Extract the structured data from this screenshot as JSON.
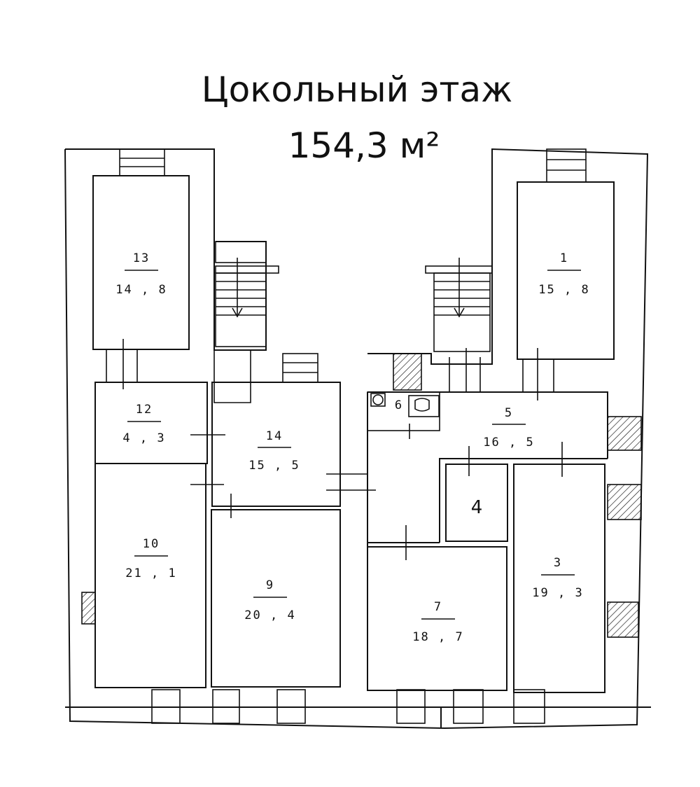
{
  "title": {
    "line1": "Цокольный этаж",
    "line2": "154,3 м²"
  },
  "rooms": [
    {
      "id": "1",
      "area": "15 , 8"
    },
    {
      "id": "3",
      "area": "19 , 3"
    },
    {
      "id": "4",
      "area": ""
    },
    {
      "id": "5",
      "area": "16 , 5"
    },
    {
      "id": "6",
      "area": ""
    },
    {
      "id": "7",
      "area": "18 , 7"
    },
    {
      "id": "9",
      "area": "20 , 4"
    },
    {
      "id": "10",
      "area": "21 , 1"
    },
    {
      "id": "12",
      "area": "4 , 3"
    },
    {
      "id": "13",
      "area": "14 , 8"
    },
    {
      "id": "14",
      "area": "15 , 5"
    }
  ]
}
